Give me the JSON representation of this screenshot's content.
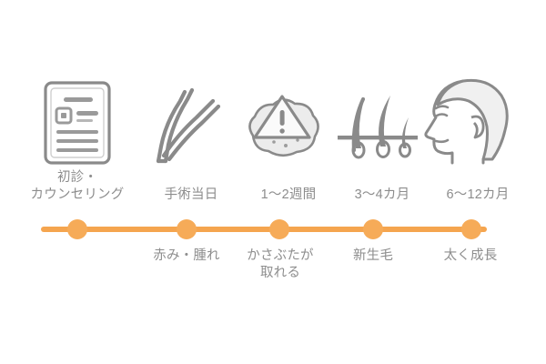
{
  "palette": {
    "background": "#ffffff",
    "text_gray": "#8d8d8d",
    "icon_stroke": "#8a8a8a",
    "icon_fill": "#efefef",
    "timeline_orange": "#f5a54f",
    "dot_orange": "#f6ab58"
  },
  "stages": [
    {
      "id": "stage-consultation",
      "icon": "document-clipboard-icon",
      "top_label": "初診・\nカウンセリング",
      "bottom_label": "",
      "dot": true
    },
    {
      "id": "stage-surgery-day",
      "icon": "tweezers-forceps-icon",
      "top_label": "手術当日",
      "bottom_label": "赤み・腫れ",
      "dot": true
    },
    {
      "id": "stage-1-2-weeks",
      "icon": "scab-warning-icon",
      "top_label": "1〜2週間",
      "bottom_label": "かさぶたが\n取れる",
      "dot": true
    },
    {
      "id": "stage-3-4-months",
      "icon": "hair-follicles-icon",
      "top_label": "3〜4カ月",
      "bottom_label": "新生毛",
      "dot": true
    },
    {
      "id": "stage-6-12-months",
      "icon": "head-profile-hair-icon",
      "top_label": "6〜12カ月",
      "bottom_label": "太く成長",
      "dot": true
    }
  ]
}
